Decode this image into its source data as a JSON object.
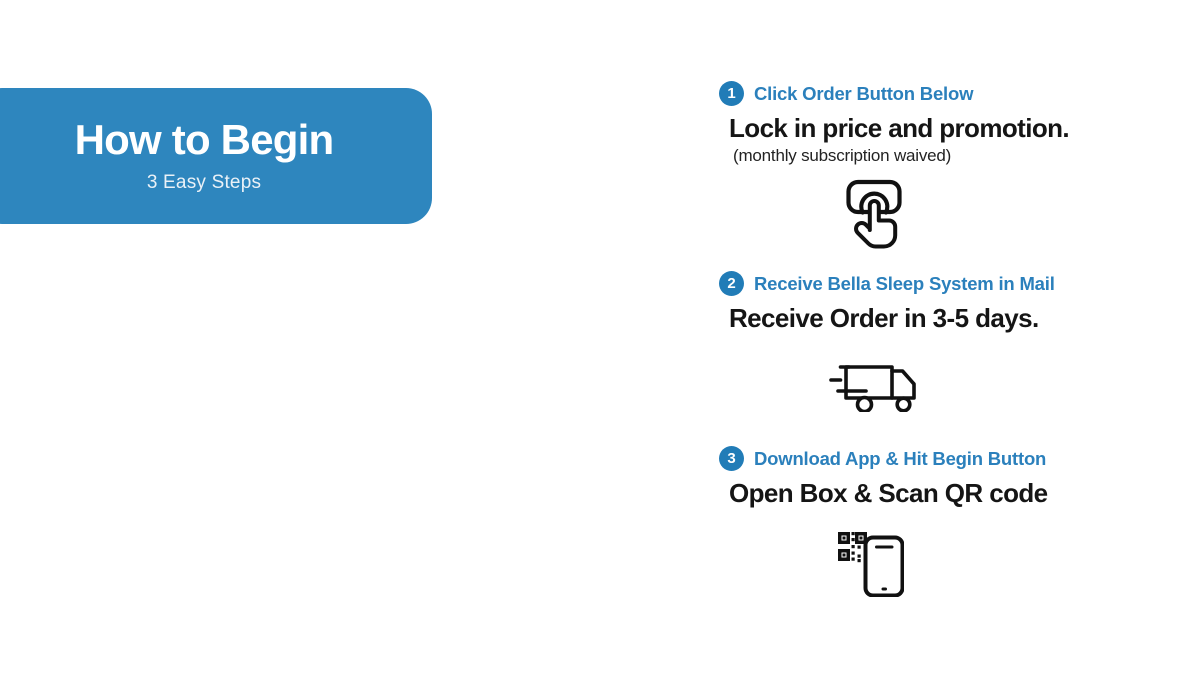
{
  "colors": {
    "brand_blue": "#2E86BE",
    "badge_blue": "#217CB7",
    "heading_blue": "#2B80BC",
    "text_black": "#151515",
    "background": "#FFFFFF"
  },
  "hero": {
    "title": "How to Begin",
    "subtitle": "3 Easy Steps"
  },
  "steps": [
    {
      "number": "1",
      "heading": "Click Order Button Below",
      "main": "Lock in price and promotion.",
      "sub": "(monthly subscription waived)",
      "icon": "tap-button-icon"
    },
    {
      "number": "2",
      "heading": "Receive Bella Sleep System in Mail",
      "main": "Receive Order in 3-5 days.",
      "icon": "delivery-truck-icon"
    },
    {
      "number": "3",
      "heading": "Download App & Hit Begin Button",
      "main": "Open Box & Scan QR code",
      "icon": "qr-code-phone-icon"
    }
  ]
}
